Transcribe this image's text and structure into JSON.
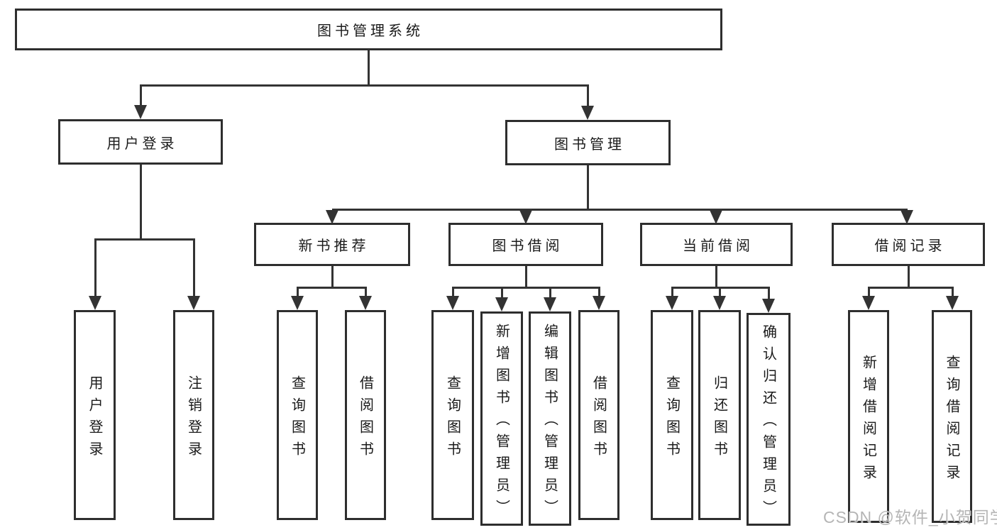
{
  "tree": {
    "root": {
      "label": "图书管理系统"
    },
    "branches": [
      {
        "label": "用户登录",
        "children": [
          {
            "label": "用户登录"
          },
          {
            "label": "注销登录"
          }
        ]
      },
      {
        "label": "图书管理",
        "children": [
          {
            "label": "新书推荐",
            "children": [
              {
                "label": "查询图书"
              },
              {
                "label": "借阅图书"
              }
            ]
          },
          {
            "label": "图书借阅",
            "children": [
              {
                "label": "查询图书"
              },
              {
                "label": "新增图书（管理员）"
              },
              {
                "label": "编辑图书（管理员）"
              },
              {
                "label": "借阅图书"
              }
            ]
          },
          {
            "label": "当前借阅",
            "children": [
              {
                "label": "查询图书"
              },
              {
                "label": "归还图书"
              },
              {
                "label": "确认归还（管理员）"
              }
            ]
          },
          {
            "label": "借阅记录",
            "children": [
              {
                "label": "新增借阅记录"
              },
              {
                "label": "查询借阅记录"
              }
            ]
          }
        ]
      }
    ]
  },
  "watermark": {
    "text": "CSDN @软件_小贺同学"
  },
  "colors": {
    "line": "#333333",
    "box_border": "#2e2e2e",
    "text": "#1a1a1a",
    "watermark": "#b5b5b5",
    "background": "#ffffff"
  }
}
